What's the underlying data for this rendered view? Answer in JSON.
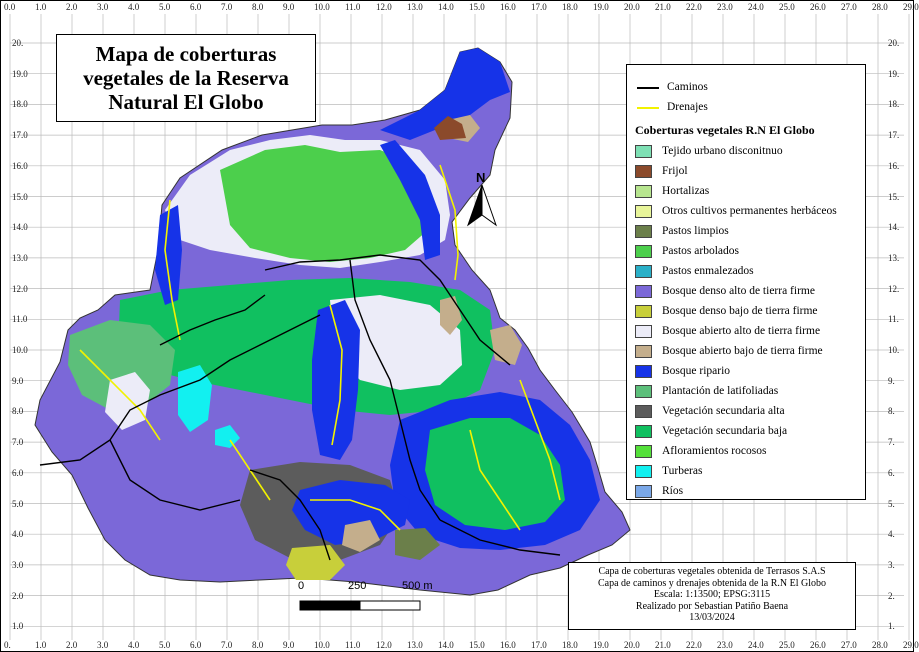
{
  "map": {
    "title_lines": [
      "Mapa de coberturas",
      "vegetales de la Reserva",
      "Natural El Globo"
    ],
    "grid": {
      "top_labels": [
        "0.0",
        "1.0",
        "2.0",
        "3.0",
        "4.0",
        "5.0",
        "6.0",
        "7.0",
        "8.0",
        "9.0",
        "10.0",
        "11.0",
        "12.0",
        "13.0",
        "14.0",
        "15.0",
        "16.0",
        "17.0",
        "18.0",
        "19.0",
        "20.0",
        "21.0",
        "22.0",
        "23.0",
        "24.0",
        "25.0",
        "26.0",
        "27.0",
        "28.0",
        "29.0"
      ],
      "bottom_labels": [
        "0.",
        "1.0",
        "2.0",
        "3.0",
        "4.0",
        "5.0",
        "6.0",
        "7.0",
        "8.0",
        "9.0",
        "10.0",
        "11.0",
        "12.0",
        "13.0",
        "14.0",
        "15.0",
        "16.0",
        "17.0",
        "18.0",
        "19.0",
        "20.0",
        "21.0",
        "22.0",
        "23.0",
        "24.0",
        "25.0",
        "26.0",
        "27.0",
        "28.0",
        "29.0"
      ],
      "left_labels": [
        "20.",
        "19.0",
        "18.0",
        "17.0",
        "16.0",
        "15.0",
        "14.0",
        "13.0",
        "12.0",
        "11.0",
        "10.0",
        "9.0",
        "8.0",
        "7.0",
        "6.0",
        "5.0",
        "4.0",
        "3.0",
        "2.0",
        "1.0"
      ],
      "right_labels": [
        "20.",
        "19.",
        "18.",
        "17.",
        "16.",
        "15.",
        "14.",
        "13.",
        "12.",
        "11.",
        "10.",
        "9.",
        "8.",
        "7.",
        "6.",
        "5.",
        "4.",
        "3.",
        "2.",
        "1."
      ]
    },
    "legend": {
      "lines": [
        {
          "label": "Caminos",
          "color": "#000000"
        },
        {
          "label": "Drenajes",
          "color": "#f2f200"
        }
      ],
      "title": "Coberturas vegetales R.N El Globo",
      "classes": [
        {
          "label": "Tejido urbano disconitnuo",
          "color": "#7ee0b4"
        },
        {
          "label": "Frijol",
          "color": "#8b4a2b"
        },
        {
          "label": "Hortalizas",
          "color": "#b7e58f"
        },
        {
          "label": "Otros cultivos permanentes herbáceos",
          "color": "#e8f59a"
        },
        {
          "label": "Pastos limpios",
          "color": "#6b7f4a"
        },
        {
          "label": "Pastos arbolados",
          "color": "#4ccf4c"
        },
        {
          "label": "Pastos enmalezados",
          "color": "#2ab0c8"
        },
        {
          "label": "Bosque denso alto de tierra firme",
          "color": "#7b68d8"
        },
        {
          "label": "Bosque denso bajo de tierra firme",
          "color": "#c8cf3a"
        },
        {
          "label": "Bosque abierto alto de tierra firme",
          "color": "#ececf8"
        },
        {
          "label": "Bosque abierto bajo de tierra firme",
          "color": "#c4ae8c"
        },
        {
          "label": "Bosque ripario",
          "color": "#1633e8"
        },
        {
          "label": "Plantación de latifoliadas",
          "color": "#5cbf7a"
        },
        {
          "label": "Vegetación secundaria alta",
          "color": "#5c5c5c"
        },
        {
          "label": "Vegetación secundaria baja",
          "color": "#10c060"
        },
        {
          "label": "Afloramientos rocosos",
          "color": "#54e03a"
        },
        {
          "label": "Turberas",
          "color": "#12f0f0"
        },
        {
          "label": "Ríos",
          "color": "#7aa8e8"
        }
      ]
    },
    "north_label": "N",
    "scale": {
      "labels": [
        "0",
        "250",
        "500 m"
      ]
    },
    "credits": [
      "Capa de coberturas vegetales obtenida de Terrasos S.A.S",
      "Capa de caminos y drenajes obtenida de la R.N El Globo",
      "Escala: 1:13500; EPSG:3115",
      "Realizado por Sebastian Patiño Baena",
      "13/03/2024"
    ]
  }
}
